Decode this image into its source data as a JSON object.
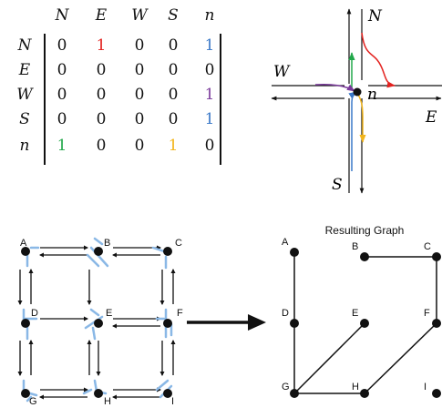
{
  "matrix": {
    "col_headers": [
      "N",
      "E",
      "W",
      "S",
      "n"
    ],
    "row_headers": [
      "N",
      "E",
      "W",
      "S",
      "n"
    ],
    "rows": [
      [
        "0",
        "1",
        "0",
        "0",
        "1"
      ],
      [
        "0",
        "0",
        "0",
        "0",
        "0"
      ],
      [
        "0",
        "0",
        "0",
        "0",
        "1"
      ],
      [
        "0",
        "0",
        "0",
        "0",
        "1"
      ],
      [
        "1",
        "0",
        "0",
        "1",
        "0"
      ]
    ]
  },
  "intersection": {
    "label_north": "N",
    "label_west": "W",
    "label_east": "E",
    "label_south": "S",
    "label_node": "n"
  },
  "grid_graph": {
    "nodes": [
      "A",
      "B",
      "C",
      "D",
      "E",
      "F",
      "G",
      "H",
      "I"
    ]
  },
  "result_graph": {
    "title": "Resulting Graph",
    "nodes": [
      "A",
      "B",
      "C",
      "D",
      "E",
      "F",
      "G",
      "H",
      "I"
    ]
  },
  "colors": {
    "red": "#e3221f",
    "green": "#22a84a",
    "purple": "#7a3a9b",
    "blue": "#3a78c8",
    "yellow": "#f2b51b",
    "black": "#111111",
    "light_blue": "#8ab8e6"
  }
}
